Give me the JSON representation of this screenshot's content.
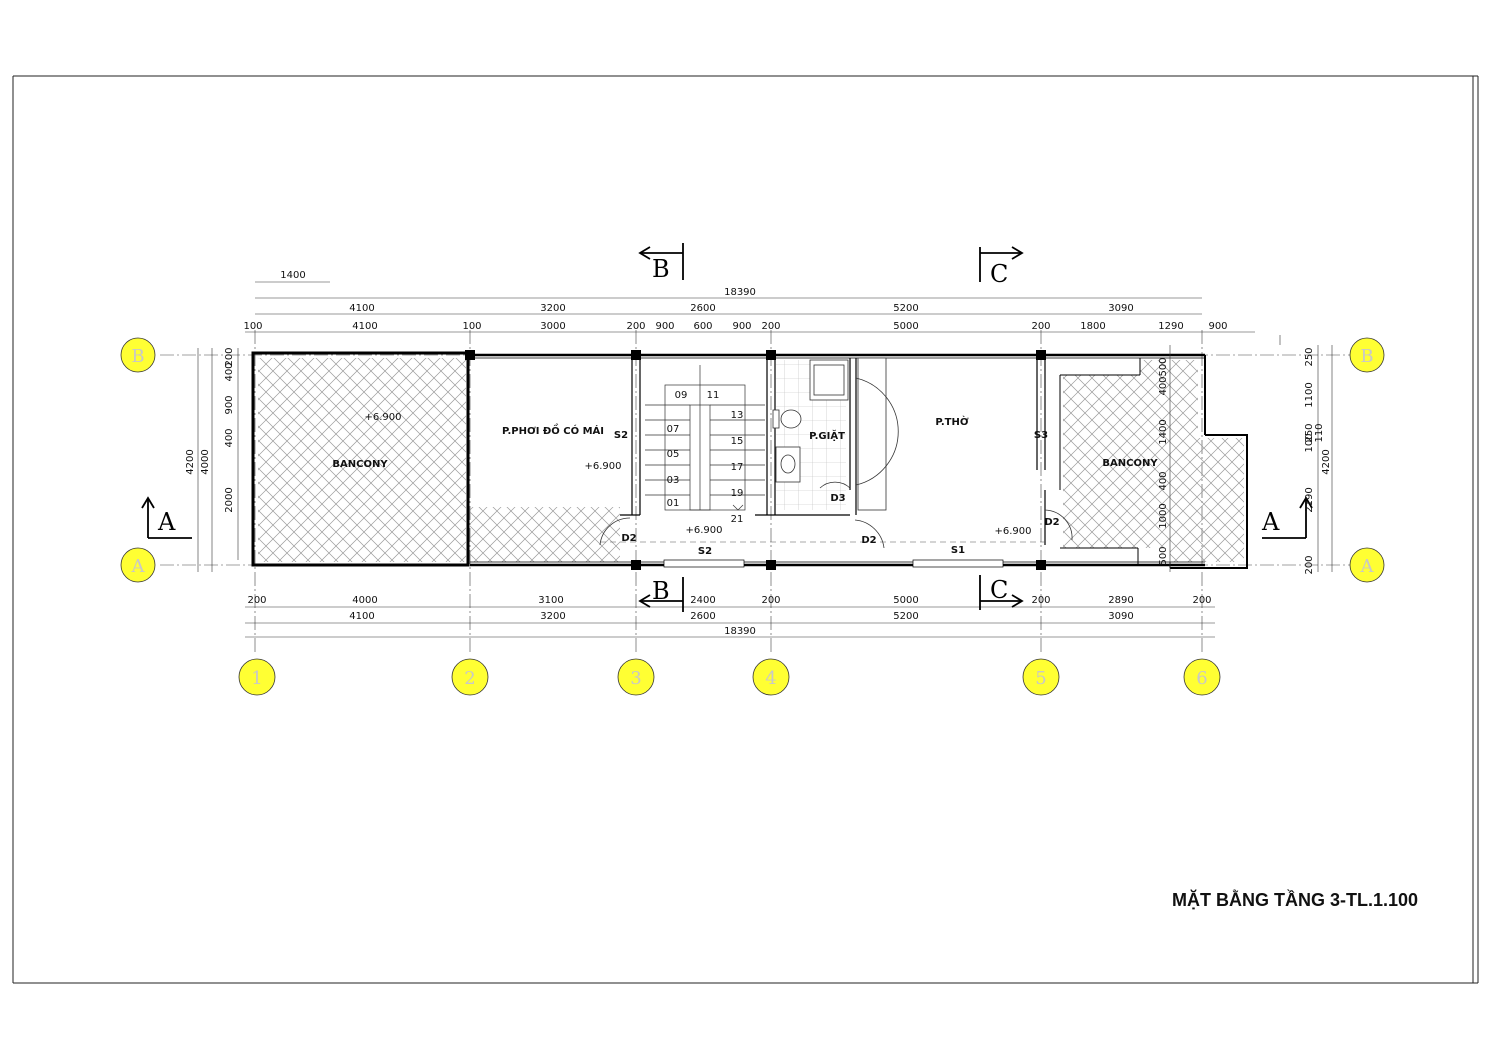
{
  "drawing_title": "MẶT BẰNG TẦNG 3-TL.1.100",
  "colors": {
    "grid_bubble": "#ffff33",
    "wall": "#000000",
    "hatch": "#9a9a9a",
    "line": "#222222"
  },
  "grid_columns": [
    "1",
    "2",
    "3",
    "4",
    "5",
    "6"
  ],
  "grid_rows": [
    "A",
    "B"
  ],
  "sections": [
    "A",
    "B",
    "C"
  ],
  "rooms": {
    "bancony_left": "BANCONY",
    "phoi_do": "P.PHƠI ĐỒ CÓ MÁI",
    "giat": "P.GIẶT",
    "tho": "P.THỜ",
    "bancony_right": "BANCONY"
  },
  "levels": {
    "l1": "+6.900",
    "l2": "+6.900",
    "l3": "+6.900",
    "l4": "+6.900"
  },
  "tags": {
    "s2a": "S2",
    "s2b": "S2",
    "s3": "S3",
    "s1": "S1",
    "d2a": "D2",
    "d2b": "D2",
    "d2c": "D2",
    "d3": "D3"
  },
  "stairs": {
    "steps": [
      "09",
      "11",
      "13",
      "07",
      "15",
      "05",
      "17",
      "03",
      "19",
      "01",
      "21"
    ]
  },
  "dims_top": {
    "d1400": "1400",
    "total": "18390",
    "row2": [
      "4100",
      "3200",
      "2600",
      "5200",
      "3090"
    ],
    "row3": [
      "100",
      "4100",
      "100",
      "3000",
      "200",
      "900",
      "600",
      "900",
      "200",
      "5000",
      "200",
      "1800",
      "1290",
      "900"
    ]
  },
  "dims_bottom": {
    "row1": [
      "200",
      "4000",
      "3100",
      "2400",
      "200",
      "5000",
      "200",
      "2890",
      "200"
    ],
    "row2": [
      "4100",
      "3200",
      "2600",
      "5200",
      "3090"
    ],
    "total": "18390"
  },
  "dims_left": {
    "outer": "4200",
    "inner": "4000",
    "segs": [
      "200",
      "400",
      "900",
      "400",
      "2000"
    ]
  },
  "dims_right": {
    "segs1": [
      "250",
      "1100",
      "2190",
      "200"
    ],
    "segs2": [
      "250",
      "100",
      "110"
    ],
    "outer": "4200",
    "inner": [
      "500",
      "400",
      "1400",
      "400",
      "1000",
      "500"
    ]
  }
}
